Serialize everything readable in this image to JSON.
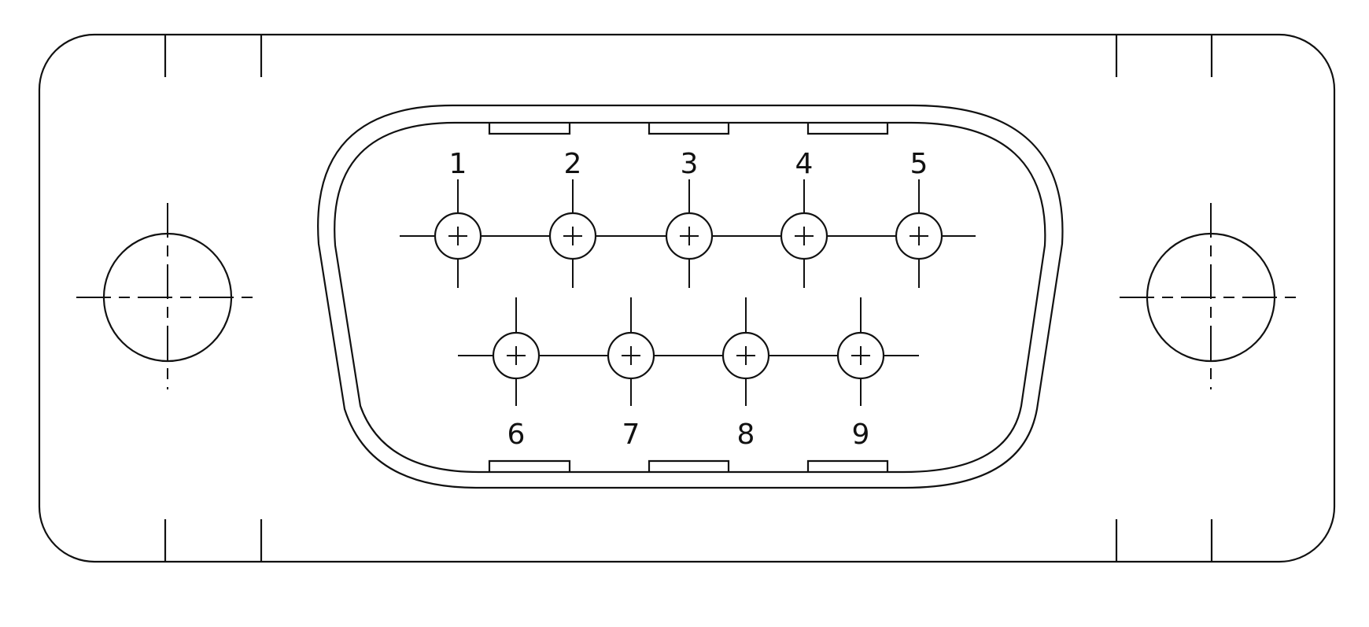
{
  "diagram": {
    "top_row_pins": [
      {
        "label": "1"
      },
      {
        "label": "2"
      },
      {
        "label": "3"
      },
      {
        "label": "4"
      },
      {
        "label": "5"
      }
    ],
    "bottom_row_pins": [
      {
        "label": "6"
      },
      {
        "label": "7"
      },
      {
        "label": "8"
      },
      {
        "label": "9"
      }
    ],
    "stroke_color": "#111111",
    "background_color": "#ffffff"
  }
}
